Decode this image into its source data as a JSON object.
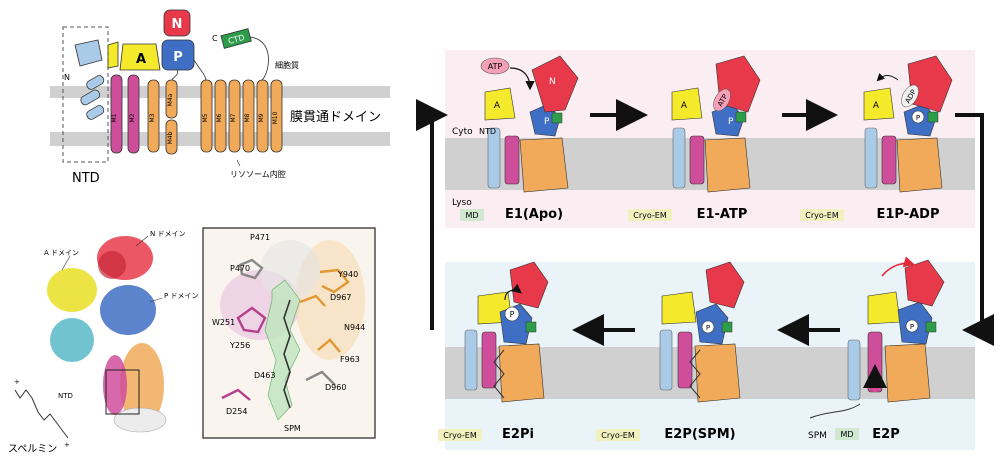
{
  "topology": {
    "domain_n": "N",
    "domain_p": "P",
    "domain_a": "A",
    "ctd": "CTD",
    "c_term": "C",
    "n_term": "N",
    "cytoplasm": "細胞質",
    "tm_domain": "膜貫通ドメイン",
    "lumen": "リソソーム内腔",
    "ntd": "NTD",
    "helices": [
      "M1",
      "M2",
      "M3",
      "M4a",
      "M4b",
      "M5",
      "M6",
      "M7",
      "M8",
      "M9",
      "M10"
    ]
  },
  "structure": {
    "n_domain": "N ドメイン",
    "a_domain": "A ドメイン",
    "p_domain": "P ドメイン",
    "ntd": "NTD",
    "spermine": "スペルミン",
    "charge": "+"
  },
  "binding_site": {
    "residues": [
      "P471",
      "P470",
      "Y940",
      "D967",
      "W251",
      "N944",
      "Y256",
      "F963",
      "D463",
      "D960",
      "D254",
      "SPM"
    ]
  },
  "cycle": {
    "cyto": "Cyto",
    "lyso": "Lyso",
    "ntd": "NTD",
    "atp": "ATP",
    "adp": "ADP",
    "spm": "SPM",
    "a": "A",
    "n": "N",
    "p": "P",
    "states": [
      {
        "name": "E1(Apo)",
        "method": "MD"
      },
      {
        "name": "E1-ATP",
        "method": "Cryo-EM"
      },
      {
        "name": "E1P-ADP",
        "method": "Cryo-EM"
      },
      {
        "name": "E2P",
        "method": "MD"
      },
      {
        "name": "E2P(SPM)",
        "method": "Cryo-EM"
      },
      {
        "name": "E2Pi",
        "method": "Cryo-EM"
      }
    ]
  },
  "colors": {
    "n_domain": "#e8394a",
    "p_domain": "#3e6fc4",
    "a_domain": "#f4ea2b",
    "ctd": "#2e9d4a",
    "ntd": "#a9cbe8",
    "tm_magenta": "#cf4e9c",
    "tm_orange": "#f0aa5a",
    "membrane": "#d0d0d0",
    "panel_top": "#fbeef3",
    "panel_bottom": "#eaf4f8",
    "method_bg": "#f3f0c0",
    "md_bg": "#cfe8cf"
  }
}
